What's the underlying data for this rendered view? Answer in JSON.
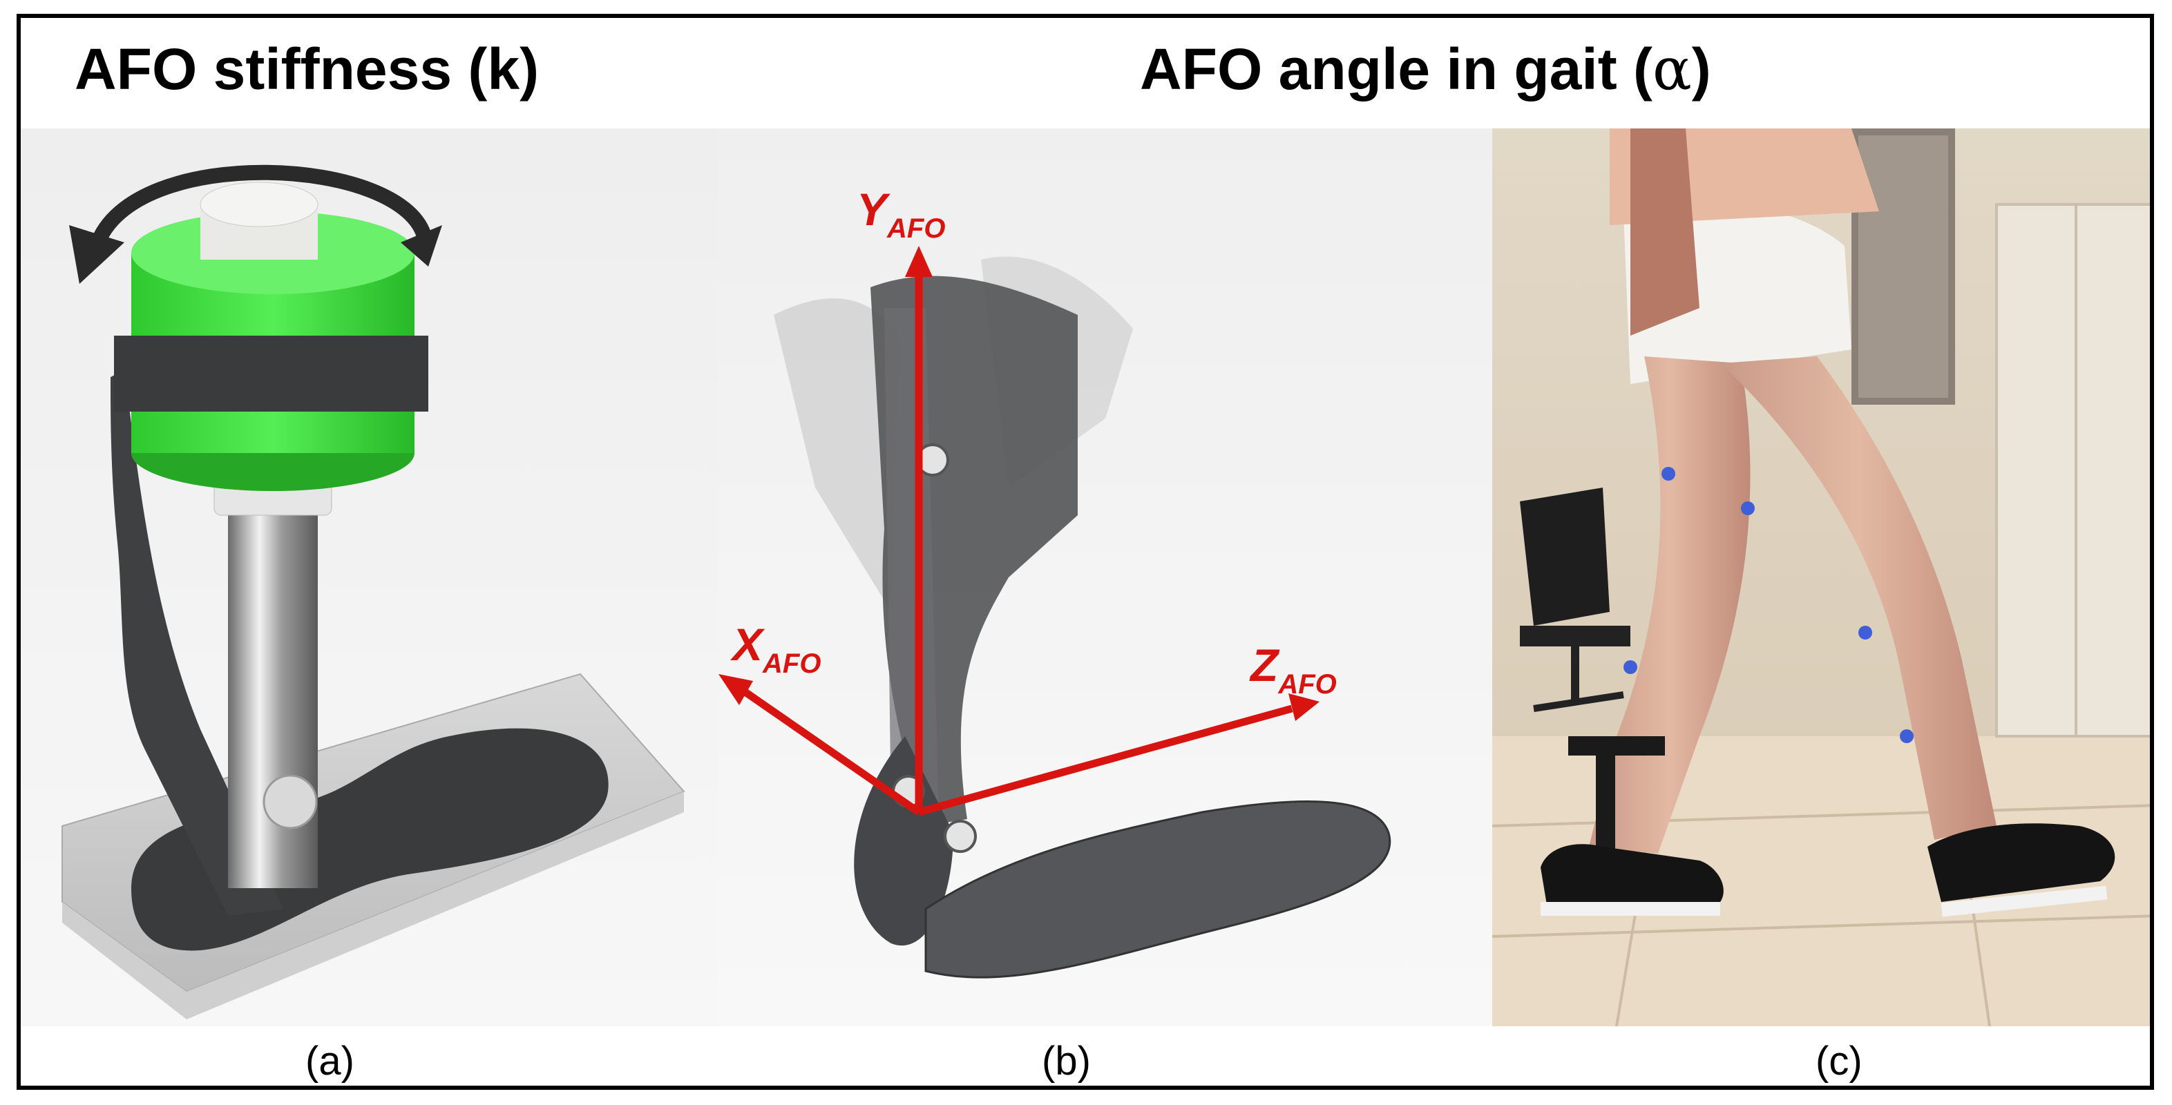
{
  "headings": {
    "stiffness": {
      "text": "AFO stiffness (k)"
    },
    "angle": {
      "prefix": "AFO angle in gait (",
      "symbol": "α",
      "suffix": ")"
    }
  },
  "axes": {
    "y": {
      "letter": "Y",
      "sub": "AFO"
    },
    "x": {
      "letter": "X",
      "sub": "AFO"
    },
    "z": {
      "letter": "Z",
      "sub": "AFO"
    }
  },
  "colors": {
    "axis_red": "#d81410",
    "stiffness_green": "#33dd33",
    "orthosis_dark": "#3a3b3d",
    "background_panel": "#ececec"
  },
  "captions": {
    "a": "(a)",
    "b": "(b)",
    "c": "(c)"
  }
}
